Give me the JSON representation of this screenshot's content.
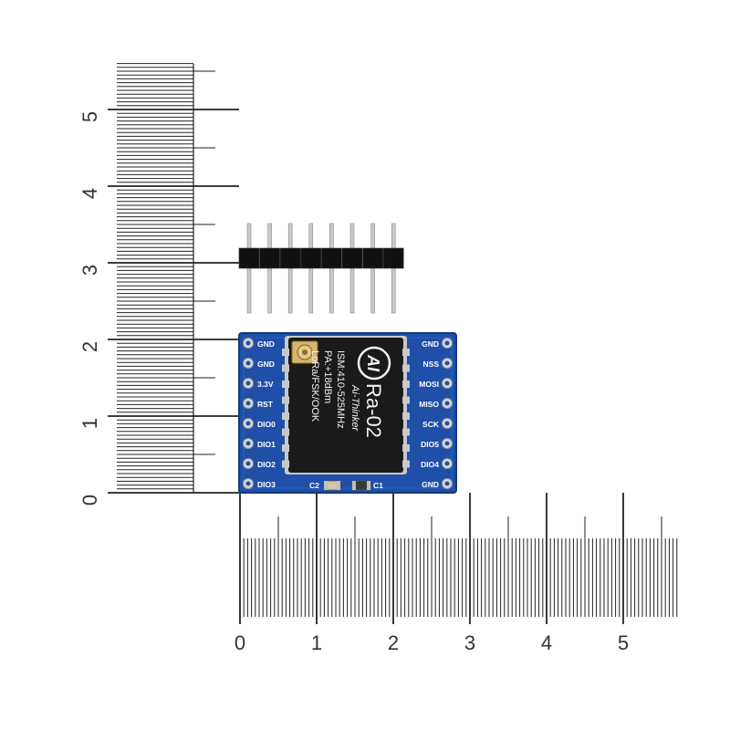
{
  "scene": {
    "description_free": true,
    "colors": {
      "background": "#ffffff",
      "ruler": "#222222",
      "pcb": "#1f4fa8",
      "pcb_edge": "#16397c",
      "shield": "#1a1a1a",
      "pin_header": "#111111",
      "pins": "#c9c9c9",
      "pad": "#d8d8d8"
    },
    "vertical_ruler": {
      "labels": [
        "0",
        "1",
        "2",
        "3",
        "4",
        "5"
      ]
    },
    "horizontal_ruler": {
      "labels": [
        "0",
        "1",
        "2",
        "3",
        "4",
        "5"
      ]
    },
    "module": {
      "left_pins": [
        "GND",
        "GND",
        "3.3V",
        "RST",
        "DIO0",
        "DIO1",
        "DIO2",
        "DIO3"
      ],
      "right_pins": [
        "GND",
        "NSS",
        "MOSI",
        "MISO",
        "SCK",
        "DIO5",
        "DIO4",
        "GND"
      ],
      "bottom_labels": {
        "c2": "C2",
        "c1": "C1"
      },
      "chip": {
        "logo": "AI",
        "model": "Ra-02",
        "brand": "Ai-Thinker",
        "line1": "ISM:410-525MHz",
        "line2": "PA:+18dBm",
        "line3": "LoRa/FSK/OOK"
      }
    },
    "pin_header": {
      "pin_count": 8
    }
  }
}
